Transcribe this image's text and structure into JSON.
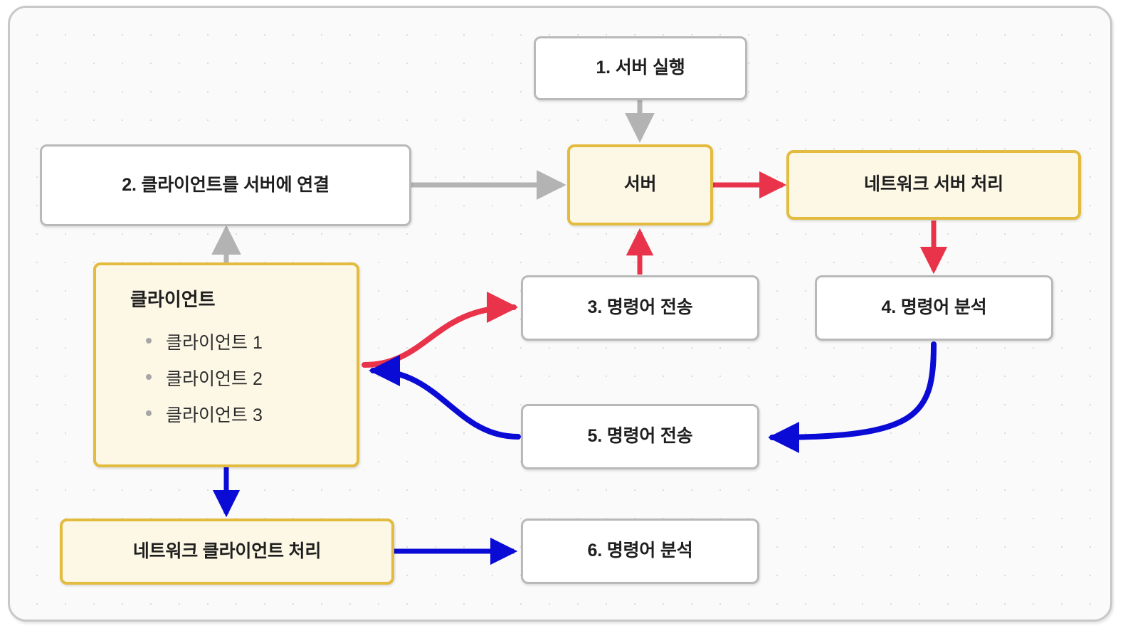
{
  "diagram": {
    "type": "flowchart",
    "title": "",
    "background": {
      "canvas_color": "#fafafa",
      "border_color": "#c8c8c8",
      "dot_grid": true
    },
    "colors": {
      "accent_fill": "#fdf8e6",
      "accent_border": "#e3bb3f",
      "plain_fill": "#ffffff",
      "plain_border": "#b9b9b9",
      "edge_gray": "#b3b3b3",
      "edge_red": "#e8334a",
      "edge_blue": "#0b0bd6",
      "text_color": "#1f1f1f",
      "bullet_color": "#a6a6a6"
    },
    "nodes": [
      {
        "id": "step1",
        "label": "1. 서버 실행",
        "style": "plain"
      },
      {
        "id": "step2",
        "label": "2. 클라이언트를 서버에 연결",
        "style": "plain"
      },
      {
        "id": "server",
        "label": "서버",
        "style": "accent"
      },
      {
        "id": "net_server",
        "label": "네트워크 서버 처리",
        "style": "accent"
      },
      {
        "id": "step3",
        "label": "3. 명령어 전송",
        "style": "plain"
      },
      {
        "id": "step4",
        "label": "4. 명령어 분석",
        "style": "plain"
      },
      {
        "id": "client",
        "label": "클라이언트",
        "style": "accent-composite"
      },
      {
        "id": "step5",
        "label": "5. 명령어 전송",
        "style": "plain"
      },
      {
        "id": "net_client",
        "label": "네트워크 클라이언트 처리",
        "style": "accent"
      },
      {
        "id": "step6",
        "label": "6. 명령어 분석",
        "style": "plain"
      }
    ],
    "client_box": {
      "title": "클라이언트",
      "items": [
        "클라이언트 1",
        "클라이언트 2",
        "클라이언트 3"
      ]
    },
    "edges": [
      {
        "from": "step1",
        "to": "server",
        "color": "gray",
        "shape": "straight-down"
      },
      {
        "from": "step2",
        "to": "server",
        "color": "gray",
        "shape": "straight-right"
      },
      {
        "from": "client",
        "to": "step2",
        "color": "gray",
        "shape": "straight-up"
      },
      {
        "from": "server",
        "to": "net_server",
        "color": "red",
        "shape": "straight-right"
      },
      {
        "from": "net_server",
        "to": "step4",
        "color": "red",
        "shape": "straight-down"
      },
      {
        "from": "step3",
        "to": "server",
        "color": "red",
        "shape": "straight-up"
      },
      {
        "from": "client",
        "to": "step3",
        "color": "red",
        "shape": "curve-up-right"
      },
      {
        "from": "step4",
        "to": "step5",
        "color": "blue",
        "shape": "curve-down-left"
      },
      {
        "from": "step5",
        "to": "client",
        "color": "blue",
        "shape": "curve-left-up"
      },
      {
        "from": "client",
        "to": "net_client",
        "color": "blue",
        "shape": "straight-down"
      },
      {
        "from": "net_client",
        "to": "step6",
        "color": "blue",
        "shape": "straight-right"
      }
    ]
  }
}
